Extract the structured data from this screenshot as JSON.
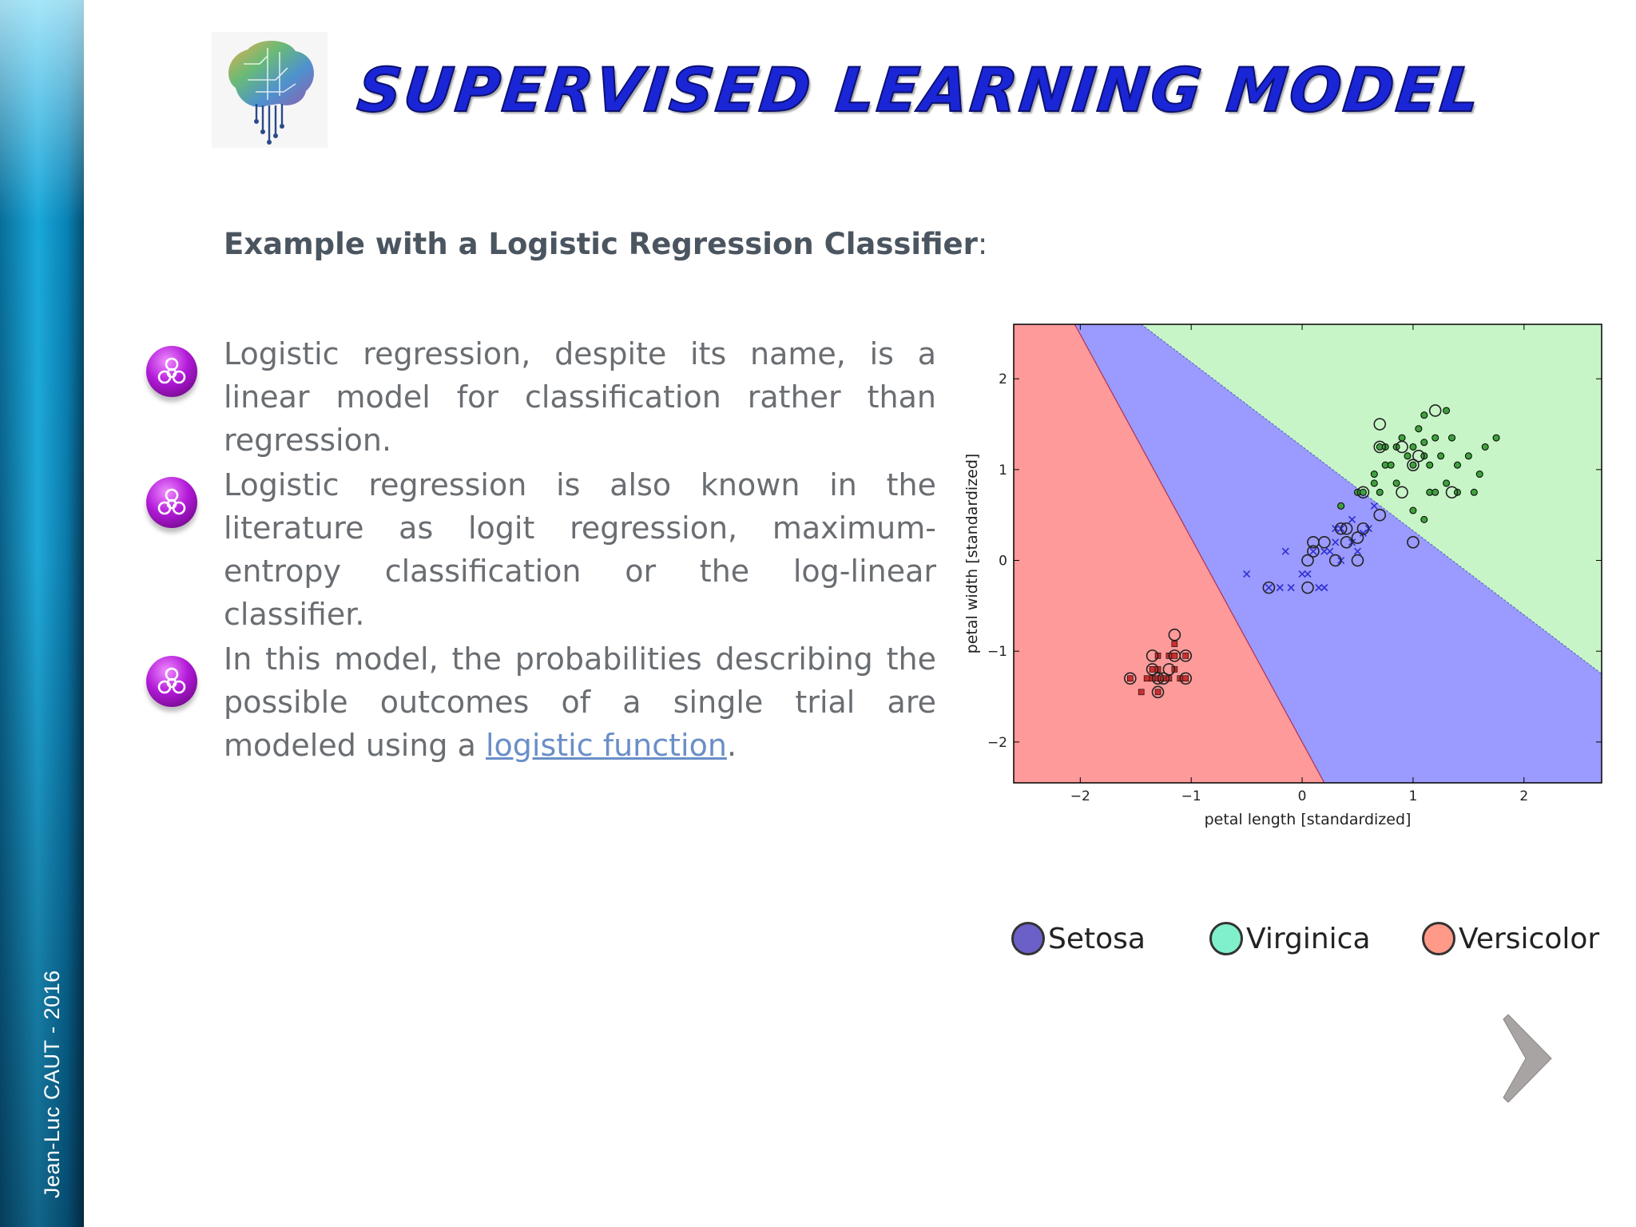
{
  "sidebar": {
    "author": "Jean-Luc CAUT - 2016"
  },
  "header": {
    "title": "SUPERVISED LEARNING MODEL",
    "logo_icon": "brain-circuit-icon"
  },
  "content": {
    "subtitle_bold": "Example with a Logistic Regression Classifier",
    "subtitle_tail": ":",
    "bullets": [
      {
        "icon": "biohazard-icon",
        "text": "Logistic regression, despite its name, is a linear model for classification rather than regression."
      },
      {
        "icon": "biohazard-icon",
        "text": "Logistic regression is also known in the literature as logit regression, maximum-entropy classification or the log-linear classifier."
      },
      {
        "icon": "biohazard-icon",
        "text_before": "In this model, the probabilities describing the possible outcomes of a single trial are modeled using a ",
        "link": "logistic function",
        "text_after": "."
      }
    ]
  },
  "colors": {
    "title": "#1a25d6",
    "region_versicolor": "#ff9a9a",
    "region_setosa": "#9a9aff",
    "region_virginica": "#c8f5c8",
    "legend_setosa": "#6a60c8",
    "legend_virginica": "#80f0cc",
    "legend_versicolor": "#ff9a88"
  },
  "chart_data": {
    "type": "scatter",
    "xlabel": "petal length [standardized]",
    "ylabel": "petal width [standardized]",
    "xlim": [
      -2.6,
      2.7
    ],
    "ylim": [
      -2.45,
      2.6
    ],
    "xticks": [
      "−2",
      "−1",
      "0",
      "1",
      "2"
    ],
    "yticks": [
      "2",
      "1",
      "0",
      "−1",
      "−2"
    ],
    "xtick_values": [
      -2,
      -1,
      0,
      1,
      2
    ],
    "ytick_values": [
      2,
      1,
      0,
      -1,
      -2
    ],
    "grid": false,
    "series": [
      {
        "marker": "square",
        "color": "#c83030",
        "points": [
          [
            -1.55,
            -1.3
          ],
          [
            -1.45,
            -1.45
          ],
          [
            -1.4,
            -1.3
          ],
          [
            -1.35,
            -1.2
          ],
          [
            -1.35,
            -1.3
          ],
          [
            -1.3,
            -1.05
          ],
          [
            -1.3,
            -1.2
          ],
          [
            -1.3,
            -1.3
          ],
          [
            -1.3,
            -1.45
          ],
          [
            -1.25,
            -1.3
          ],
          [
            -1.2,
            -1.05
          ],
          [
            -1.2,
            -1.3
          ],
          [
            -1.15,
            -1.2
          ],
          [
            -1.15,
            -1.05
          ],
          [
            -1.15,
            -0.92
          ],
          [
            -1.1,
            -1.3
          ],
          [
            -1.05,
            -1.3
          ],
          [
            -1.05,
            -1.05
          ]
        ]
      },
      {
        "marker": "x",
        "color": "#3030d0",
        "points": [
          [
            -0.5,
            -0.15
          ],
          [
            -0.3,
            -0.3
          ],
          [
            -0.2,
            -0.3
          ],
          [
            -0.1,
            -0.3
          ],
          [
            0,
            -0.15
          ],
          [
            0.05,
            -0.15
          ],
          [
            0.1,
            0.1
          ],
          [
            0.15,
            -0.3
          ],
          [
            0.2,
            -0.3
          ],
          [
            0.2,
            0.1
          ],
          [
            0.25,
            0.1
          ],
          [
            0.3,
            0.2
          ],
          [
            0.35,
            0
          ],
          [
            0.35,
            0.35
          ],
          [
            0.45,
            0.45
          ],
          [
            0.45,
            0.2
          ],
          [
            0.5,
            0.1
          ],
          [
            0.55,
            0.3
          ],
          [
            0.6,
            0.35
          ],
          [
            0.65,
            0.6
          ],
          [
            -0.15,
            0.1
          ],
          [
            0.3,
            0.35
          ]
        ]
      },
      {
        "marker": "circle",
        "color": "#40a040",
        "points": [
          [
            0.35,
            0.6
          ],
          [
            0.5,
            0.75
          ],
          [
            0.55,
            0.75
          ],
          [
            0.65,
            0.85
          ],
          [
            0.65,
            0.95
          ],
          [
            0.7,
            0.75
          ],
          [
            0.75,
            1.05
          ],
          [
            0.7,
            1.25
          ],
          [
            0.75,
            1.25
          ],
          [
            0.8,
            1.05
          ],
          [
            0.85,
            0.85
          ],
          [
            0.85,
            1.25
          ],
          [
            0.9,
            1.35
          ],
          [
            0.95,
            1.15
          ],
          [
            1.0,
            1.05
          ],
          [
            1.0,
            1.25
          ],
          [
            1.05,
            1.45
          ],
          [
            1.1,
            1.15
          ],
          [
            1.1,
            1.3
          ],
          [
            1.1,
            1.6
          ],
          [
            1.15,
            0.75
          ],
          [
            1.15,
            1.05
          ],
          [
            1.2,
            1.35
          ],
          [
            1.25,
            1.15
          ],
          [
            1.3,
            0.85
          ],
          [
            1.3,
            1.65
          ],
          [
            1.35,
            1.35
          ],
          [
            1.4,
            0.75
          ],
          [
            1.4,
            1.05
          ],
          [
            1.5,
            1.15
          ],
          [
            1.55,
            0.75
          ],
          [
            1.6,
            0.95
          ],
          [
            1.65,
            1.25
          ],
          [
            1.75,
            1.35
          ],
          [
            1.2,
            0.75
          ],
          [
            1.0,
            0.55
          ],
          [
            1.1,
            0.45
          ]
        ]
      },
      {
        "marker": "ring",
        "color": "#222222",
        "points": [
          [
            -1.55,
            -1.3
          ],
          [
            -1.35,
            -1.2
          ],
          [
            -1.35,
            -1.05
          ],
          [
            -1.3,
            -1.3
          ],
          [
            -1.3,
            -1.45
          ],
          [
            -1.25,
            -1.3
          ],
          [
            -1.2,
            -1.2
          ],
          [
            -1.15,
            -0.82
          ],
          [
            -1.15,
            -1.05
          ],
          [
            -1.05,
            -1.3
          ],
          [
            -1.05,
            -1.05
          ],
          [
            -0.3,
            -0.3
          ],
          [
            0.05,
            -0.3
          ],
          [
            0.05,
            0
          ],
          [
            0.1,
            0.1
          ],
          [
            0.1,
            0.2
          ],
          [
            0.2,
            0.2
          ],
          [
            0.3,
            0
          ],
          [
            0.35,
            0.35
          ],
          [
            0.4,
            0.2
          ],
          [
            0.4,
            0.35
          ],
          [
            0.5,
            0.25
          ],
          [
            0.55,
            0.35
          ],
          [
            0.5,
            0
          ],
          [
            0.7,
            0.5
          ],
          [
            0.55,
            0.75
          ],
          [
            0.7,
            1.25
          ],
          [
            0.7,
            1.5
          ],
          [
            0.9,
            0.75
          ],
          [
            0.9,
            1.25
          ],
          [
            1.0,
            1.05
          ],
          [
            1.05,
            1.15
          ],
          [
            1.2,
            1.65
          ],
          [
            1.35,
            0.75
          ],
          [
            1.0,
            0.2
          ]
        ]
      }
    ]
  },
  "legend": [
    {
      "label": "Setosa"
    },
    {
      "label": "Virginica"
    },
    {
      "label": "Versicolor"
    }
  ],
  "nav": {
    "next_icon": "chevron-right-icon"
  }
}
